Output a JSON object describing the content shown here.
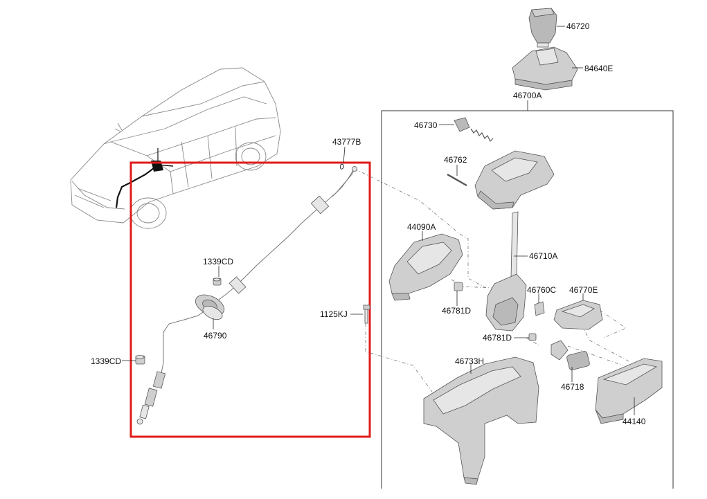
{
  "highlight_color": "#e01b1b",
  "labels": {
    "knob": "46720",
    "boot": "84640E",
    "assembly": "46700A",
    "spring": "46730",
    "pin": "46762",
    "bracket_left": "44090A",
    "lever": "46710A",
    "clip_c": "46760C",
    "sensor": "46770E",
    "nut_d_upper": "46781D",
    "nut_d_lower": "46781D",
    "base": "46733H",
    "damper": "46718",
    "housing": "44140",
    "clip_b": "43777B",
    "nut_cd_upper": "1339CD",
    "grommet": "46790",
    "bolt": "1125KJ",
    "nut_cd_lower": "1339CD"
  }
}
